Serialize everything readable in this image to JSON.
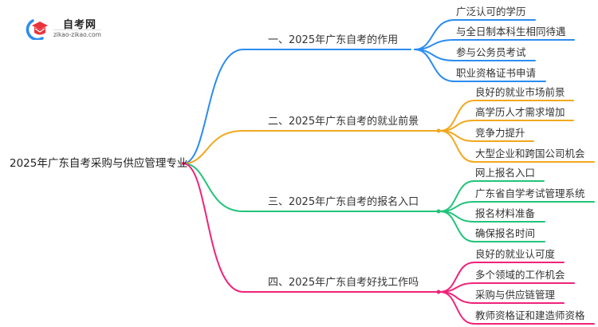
{
  "logo": {
    "title": "自考网",
    "subtitle": "zikao-zikao.com",
    "icon": "graduation-cap-icon"
  },
  "colors": {
    "branch1": "#2b8cf0",
    "branch2": "#f2a81d",
    "branch3": "#22c47a",
    "branch4": "#f0237a",
    "text": "#333333"
  },
  "mindmap": {
    "root": "2025年广东自考采购与供应管理专业",
    "branches": [
      {
        "label": "一、2025年广东自考的作用",
        "color": "#2b8cf0",
        "children": [
          "广泛认可的学历",
          "与全日制本科生相同待遇",
          "参与公务员考试",
          "职业资格证书申请"
        ]
      },
      {
        "label": "二、2025年广东自考的就业前景",
        "color": "#f2a81d",
        "children": [
          "良好的就业市场前景",
          "高学历人才需求增加",
          "竞争力提升",
          "大型企业和跨国公司机会"
        ]
      },
      {
        "label": "三、2025年广东自考的报名入口",
        "color": "#22c47a",
        "children": [
          "网上报名入口",
          "广东省自学考试管理系统",
          "报名材料准备",
          "确保报名时间"
        ]
      },
      {
        "label": "四、2025年广东自考好找工作吗",
        "color": "#f0237a",
        "children": [
          "良好的就业认可度",
          "多个领域的工作机会",
          "采购与供应链管理",
          "教师资格证和建造师资格"
        ]
      }
    ]
  }
}
